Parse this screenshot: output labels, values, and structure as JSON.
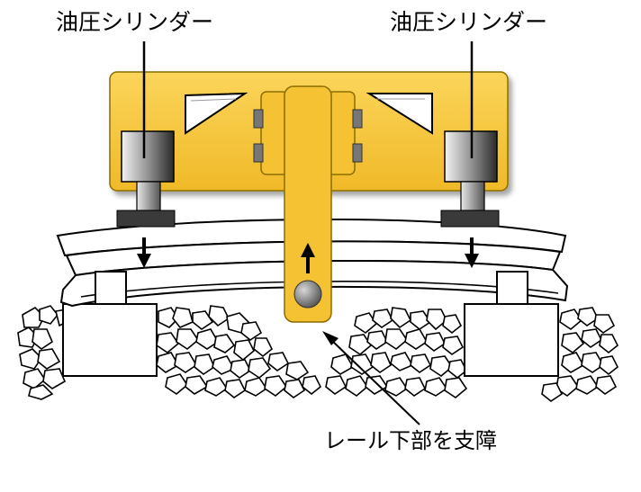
{
  "labels": {
    "cylinder_left": "油圧シリンダー",
    "cylinder_right": "油圧シリンダー",
    "support_note": "レール下部を支障"
  },
  "colors": {
    "frame": "#f5c233",
    "frame_outline": "#8a6d00",
    "cylinder_dark": "#3a3a3a",
    "outline": "#000000"
  }
}
